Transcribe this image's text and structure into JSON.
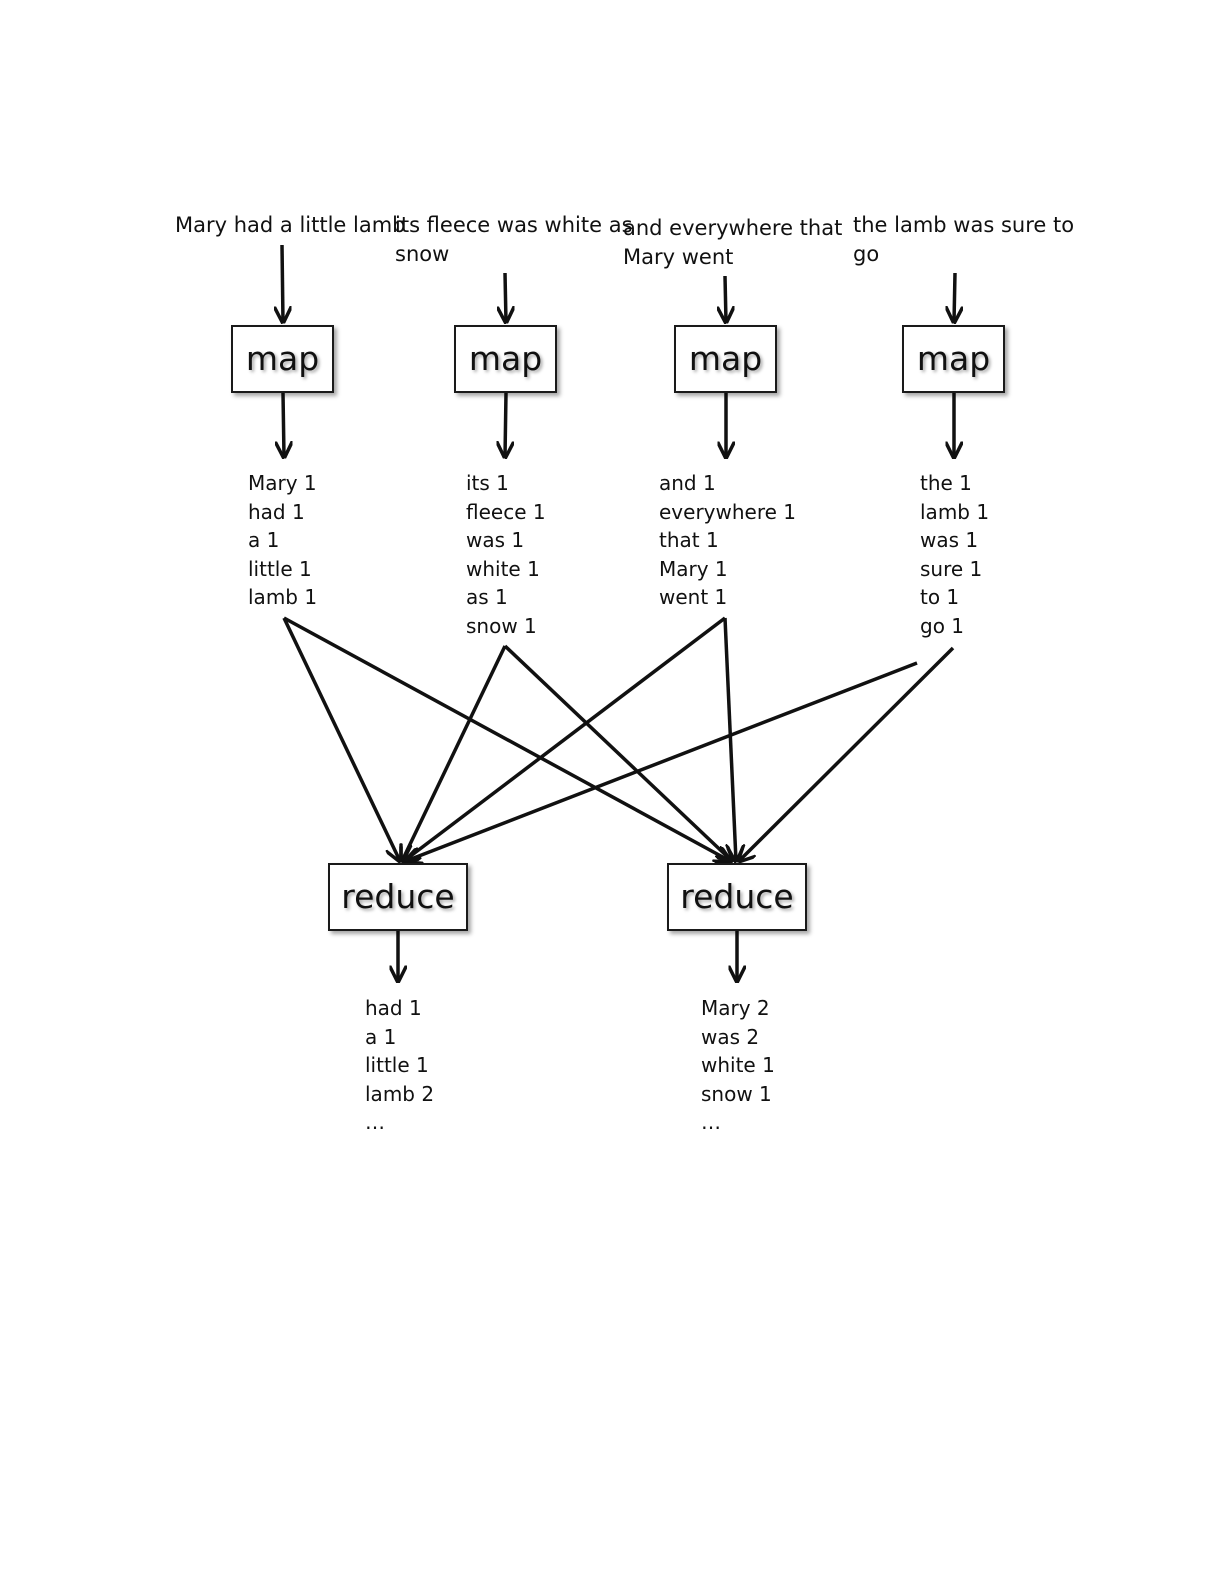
{
  "inputs": [
    "Mary had a little lamb",
    "its fleece was white as\nsnow",
    "and everywhere that\nMary went",
    "the lamb was sure to\ngo"
  ],
  "map_label": "map",
  "map_outputs": [
    [
      "Mary 1",
      "had 1",
      "a 1",
      "little 1",
      "lamb 1"
    ],
    [
      "its 1",
      "fleece 1",
      "was 1",
      "white 1",
      "as 1",
      "snow 1"
    ],
    [
      "and 1",
      "everywhere 1",
      "that 1",
      "Mary 1",
      "went 1"
    ],
    [
      "the 1",
      "lamb 1",
      "was 1",
      "sure 1",
      "to 1",
      "go 1"
    ]
  ],
  "reduce_label": "reduce",
  "reduce_outputs": [
    [
      "had 1",
      "a 1",
      "little 1",
      "lamb 2",
      "…"
    ],
    [
      "Mary 2",
      "was 2",
      "white 1",
      "snow 1",
      "…"
    ]
  ],
  "line_color": "#111111"
}
